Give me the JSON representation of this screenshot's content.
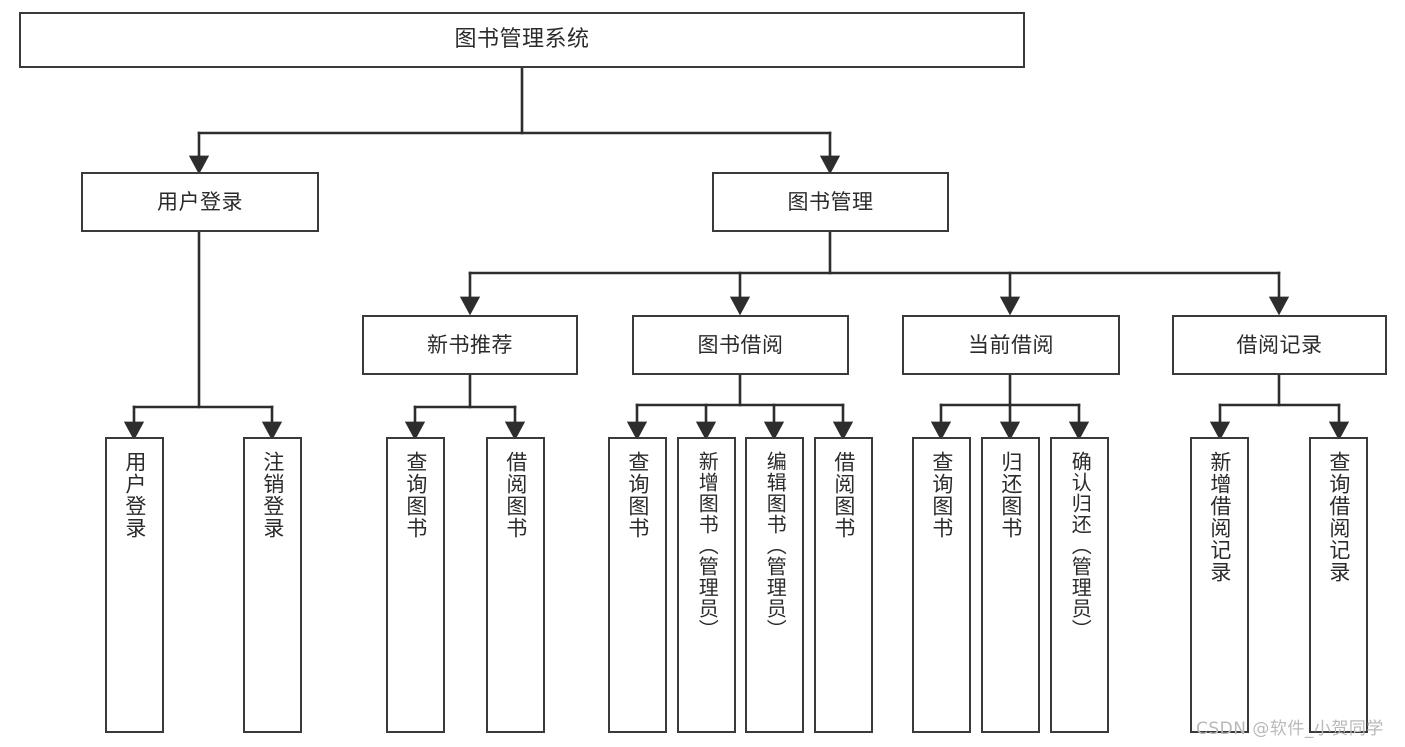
{
  "diagram": {
    "title": "图书管理系统",
    "type": "tree-hierarchy-chart",
    "edge_color": "#3a3a3a",
    "box_border_color": "#3a3a3a",
    "background_color": "#ffffff",
    "nodes": {
      "root": {
        "label": "图书管理系统"
      },
      "level2": [
        {
          "id": "user-login",
          "label": "用户登录"
        },
        {
          "id": "book-management",
          "label": "图书管理"
        }
      ],
      "level3": [
        {
          "id": "new-book-recommend",
          "label": "新书推荐"
        },
        {
          "id": "book-borrow",
          "label": "图书借阅"
        },
        {
          "id": "current-borrow",
          "label": "当前借阅"
        },
        {
          "id": "borrow-record",
          "label": "借阅记录"
        }
      ],
      "leaves": {
        "user-login": [
          {
            "id": "leaf-user-login",
            "label": "用户登录"
          },
          {
            "id": "leaf-logout-login",
            "label": "注销登录"
          }
        ],
        "new-book-recommend": [
          {
            "id": "leaf-query-book-1",
            "label": "查询图书"
          },
          {
            "id": "leaf-borrow-book-1",
            "label": "借阅图书"
          }
        ],
        "book-borrow": [
          {
            "id": "leaf-query-book-2",
            "label": "查询图书"
          },
          {
            "id": "leaf-add-book-admin",
            "label": "新增图书（管理员）"
          },
          {
            "id": "leaf-edit-book-admin",
            "label": "编辑图书（管理员）"
          },
          {
            "id": "leaf-borrow-book-2",
            "label": "借阅图书"
          }
        ],
        "current-borrow": [
          {
            "id": "leaf-query-book-3",
            "label": "查询图书"
          },
          {
            "id": "leaf-return-book",
            "label": "归还图书"
          },
          {
            "id": "leaf-confirm-return-admin",
            "label": "确认归还（管理员）"
          }
        ],
        "borrow-record": [
          {
            "id": "leaf-add-borrow-record",
            "label": "新增借阅记录"
          },
          {
            "id": "leaf-query-borrow-record",
            "label": "查询借阅记录"
          }
        ]
      }
    },
    "watermark": "CSDN @软件_小贺同学"
  }
}
